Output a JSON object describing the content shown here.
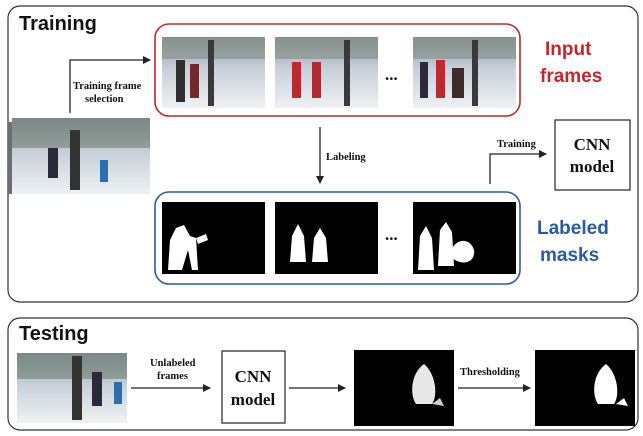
{
  "training": {
    "title": "Training",
    "selection_label": [
      "Training frame",
      "selection"
    ],
    "ellipsis_top": "...",
    "ellipsis_bottom": "...",
    "labeling_label": "Labeling",
    "training_label": "Training",
    "cnn_model": [
      "CNN",
      "model"
    ],
    "input_frames": [
      "Input",
      "frames"
    ],
    "labeled_masks": [
      "Labeled",
      "masks"
    ]
  },
  "testing": {
    "title": "Testing",
    "unlabeled_label": [
      "Unlabeled",
      "frames"
    ],
    "cnn_model": [
      "CNN",
      "model"
    ],
    "thresholding_label": "Thresholding"
  },
  "colors": {
    "input_frames_accent": "#c0282d",
    "labeled_masks_accent": "#2c5aa0"
  }
}
